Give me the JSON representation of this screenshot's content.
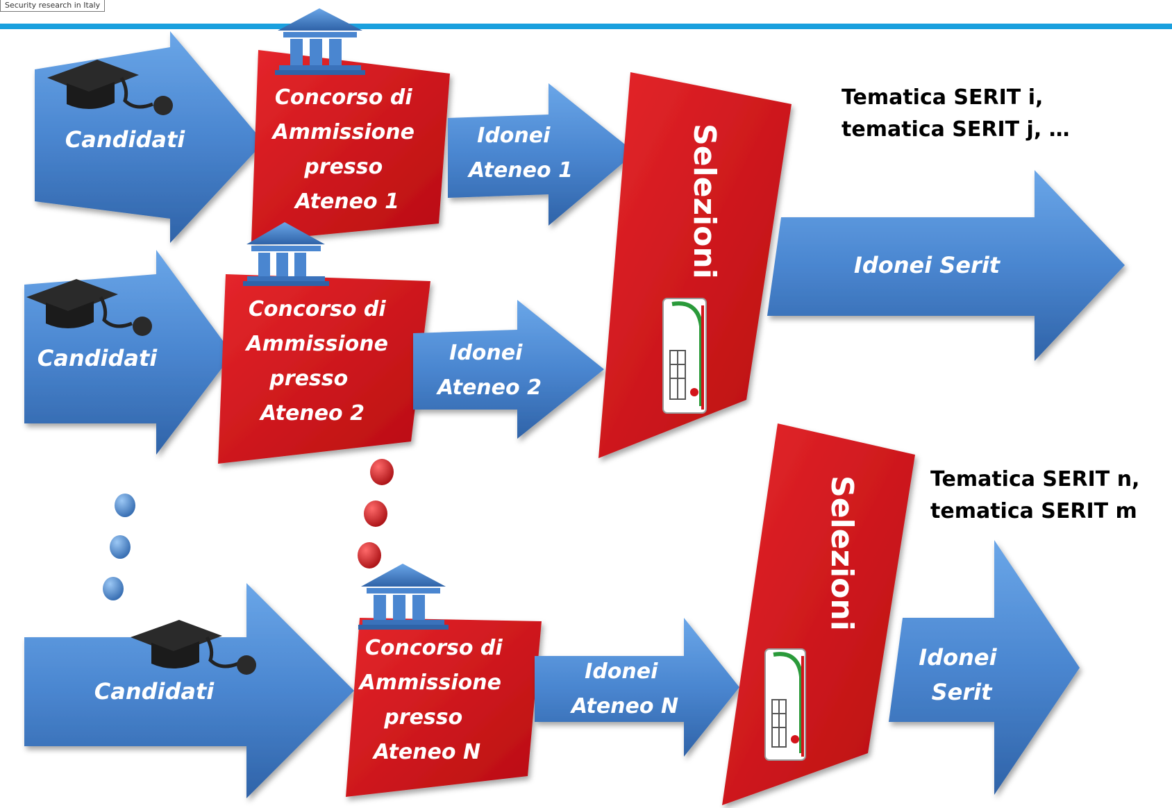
{
  "header": {
    "logo_caption": "Security research in Italy"
  },
  "colors": {
    "arrow_blue": "#4a86d0",
    "box_red": "#d3141a",
    "band_cyan": "#1aa0de"
  },
  "icons": [
    "graduation-cap-icon",
    "university-building-icon",
    "serit-logo-icon"
  ],
  "flows": [
    {
      "candidates": "Candidati",
      "contest": [
        "Concorso di",
        "Ammissione",
        "presso",
        "Ateneo 1"
      ],
      "eligible": [
        "Idonei",
        "Ateneo 1"
      ]
    },
    {
      "candidates": "Candidati",
      "contest": [
        "Concorso di",
        "Ammissione",
        "presso",
        "Ateneo 2"
      ],
      "eligible": [
        "Idonei",
        "Ateneo 2"
      ]
    },
    {
      "candidates": "Candidati",
      "contest": [
        "Concorso di",
        "Ammissione",
        "presso",
        "Ateneo N"
      ],
      "eligible": [
        "Idonei",
        "Ateneo N"
      ]
    }
  ],
  "selection_top": {
    "label": "Selezioni",
    "theme_lines": [
      "Tematica SERIT i,",
      "tematica SERIT j, …"
    ],
    "output": "Idonei Serit"
  },
  "selection_bottom": {
    "label": "Selezioni",
    "theme_lines": [
      "Tematica SERIT n,",
      "tematica SERIT m"
    ],
    "output": [
      "Idonei",
      "Serit"
    ]
  }
}
